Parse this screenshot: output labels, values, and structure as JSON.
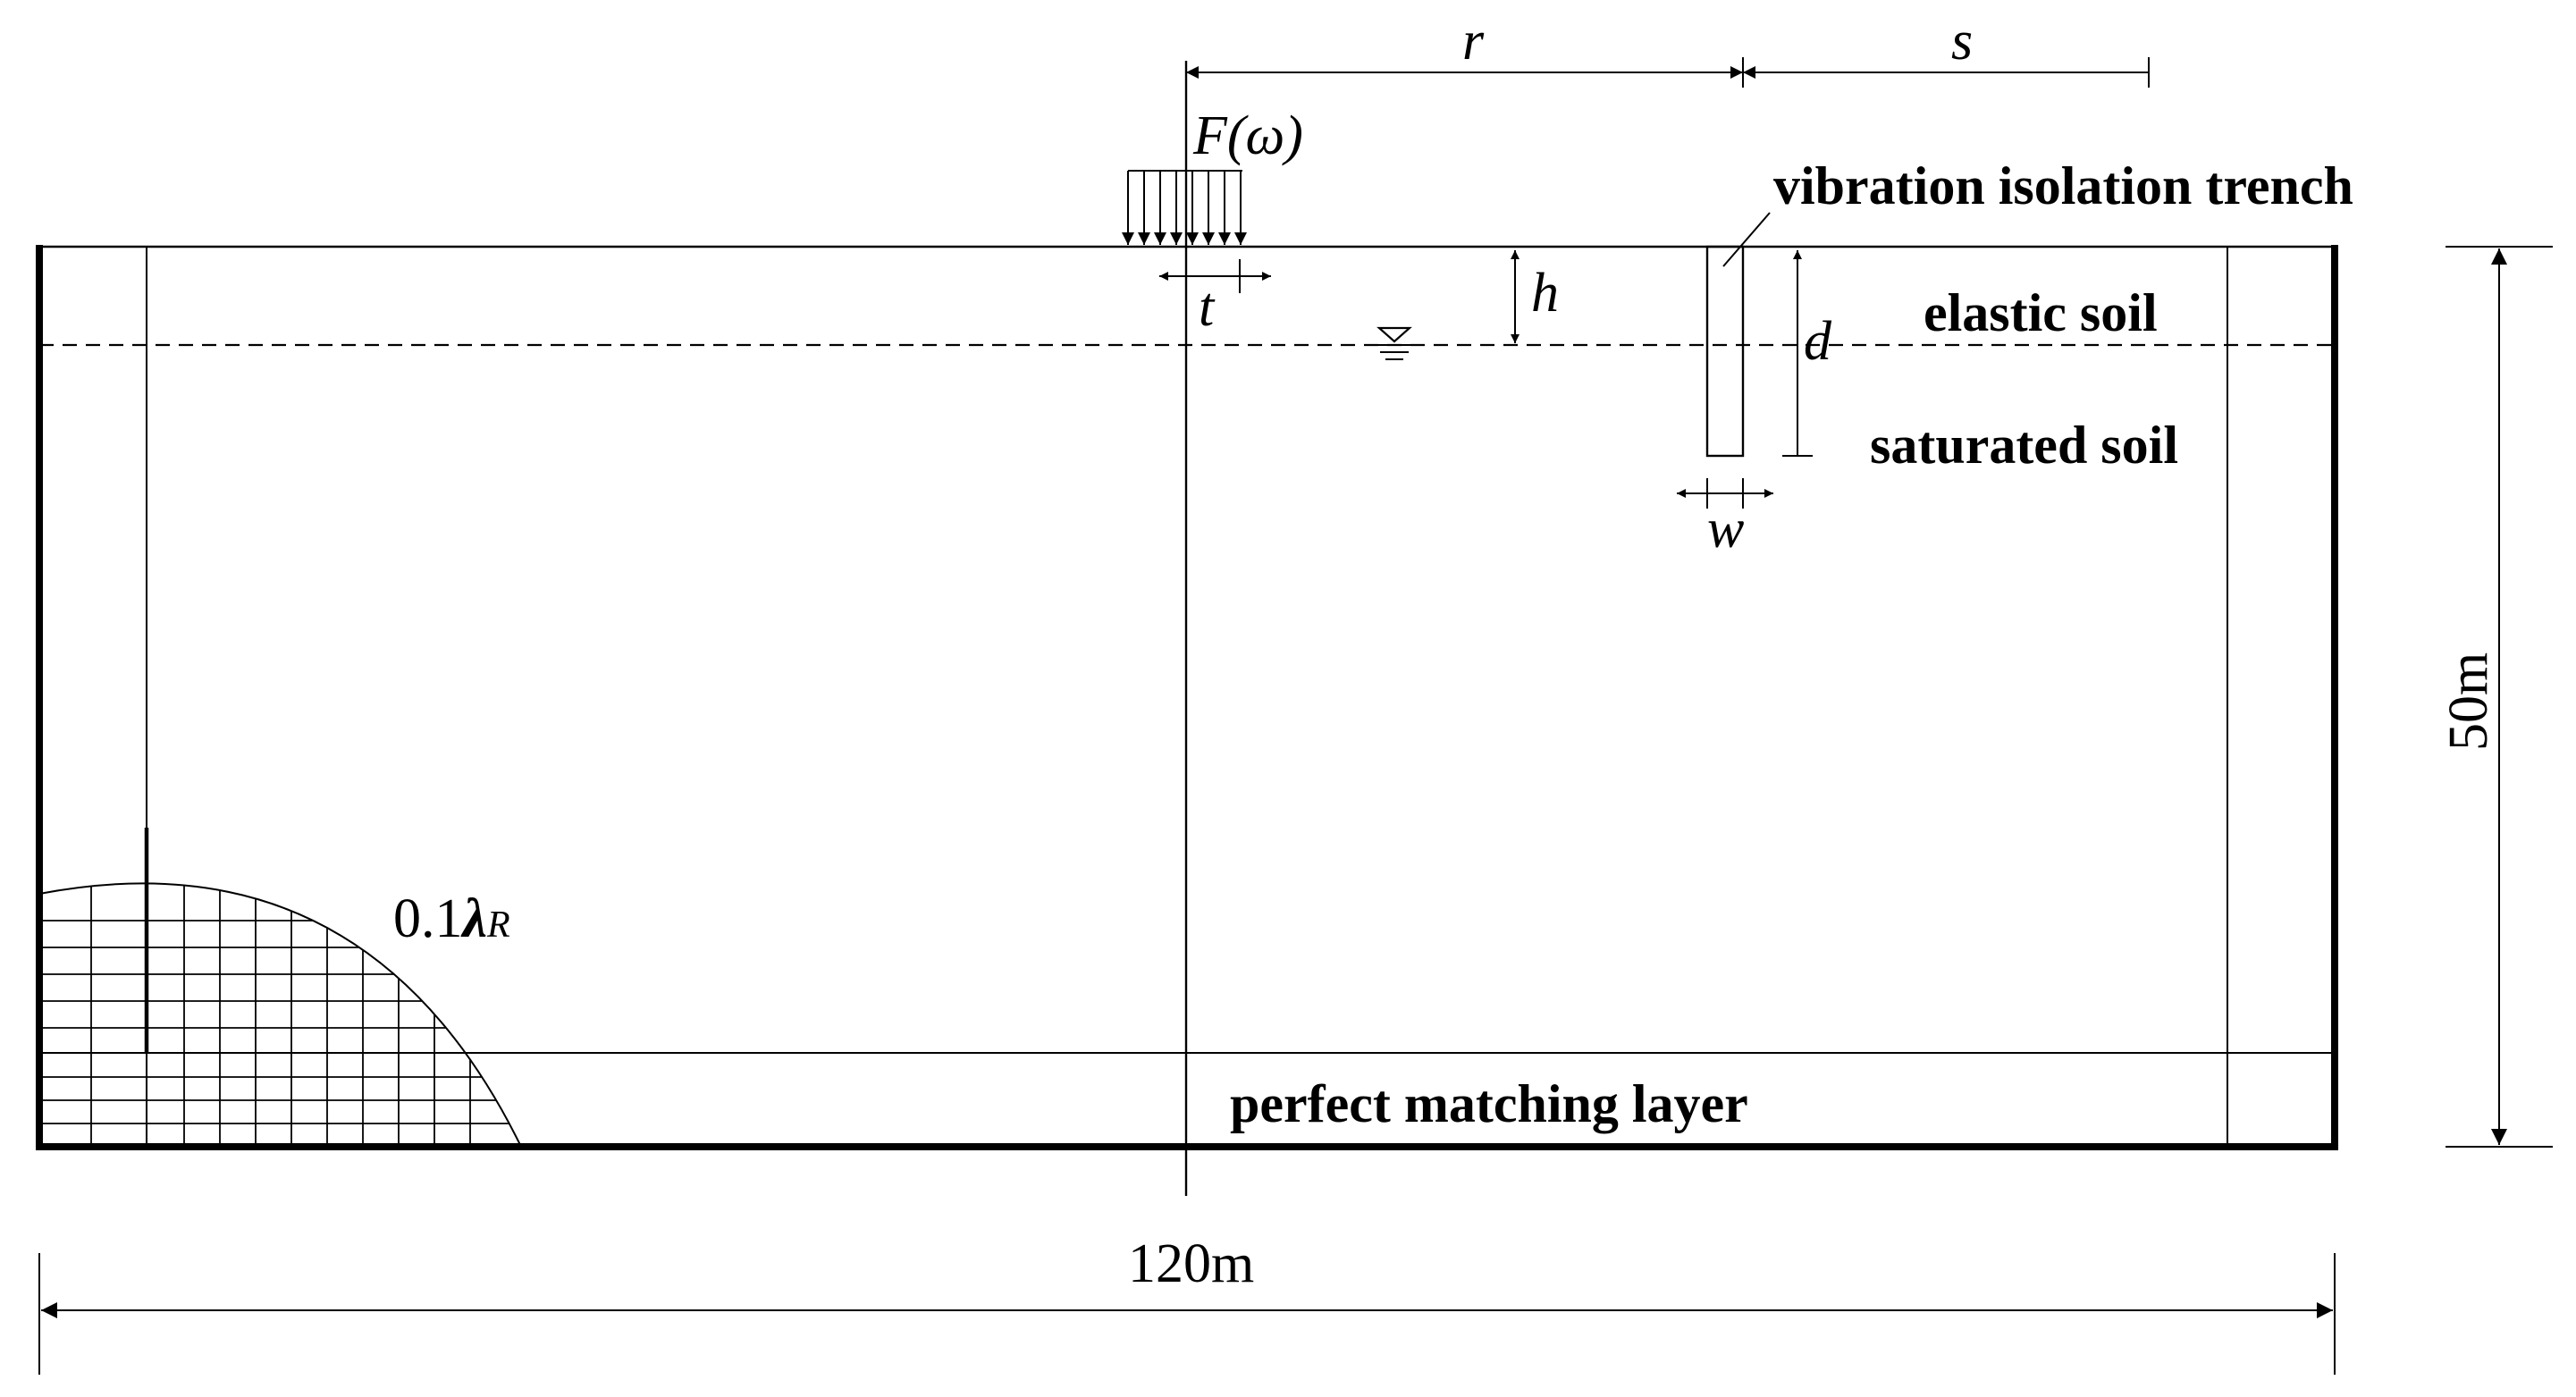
{
  "labels": {
    "force": "F(ω)",
    "r": "r",
    "s": "s",
    "t": "t",
    "h": "h",
    "d": "d",
    "w": "w",
    "trench": "vibration isolation trench",
    "elastic_soil": "elastic soil",
    "saturated_soil": "saturated soil",
    "pml": "perfect matching layer",
    "mesh_size_value": "0.1",
    "mesh_size_symbol": "λ",
    "mesh_size_subscript": "R",
    "width_dim": "120m",
    "height_dim": "50m"
  }
}
